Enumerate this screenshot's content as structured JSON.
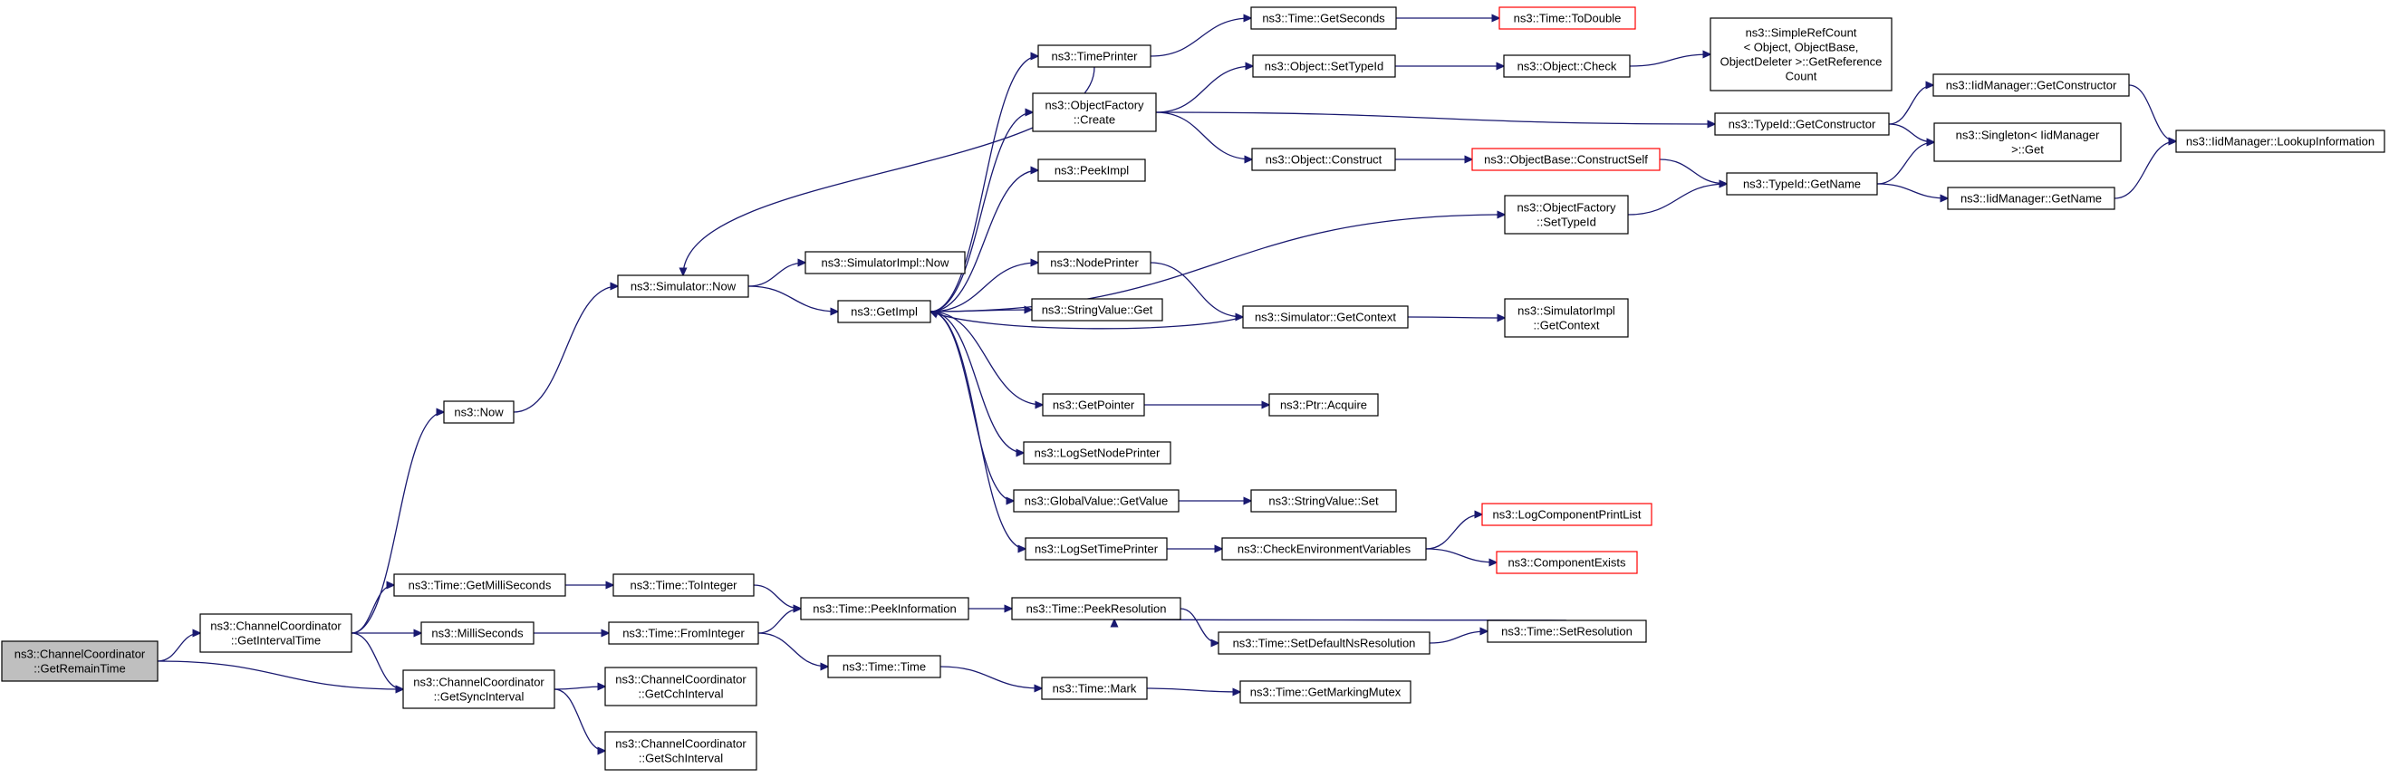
{
  "colors": {
    "edge": "#191970",
    "root_fill": "#bfbfbf",
    "truncated_border": "#ff0000",
    "node_border": "#000000"
  },
  "nodes": {
    "root": [
      "ns3::ChannelCoordinator",
      "::GetRemainTime"
    ],
    "getIntervalTime": [
      "ns3::ChannelCoordinator",
      "::GetIntervalTime"
    ],
    "getSyncInterval": [
      "ns3::ChannelCoordinator",
      "::GetSyncInterval"
    ],
    "getCchInterval": [
      "ns3::ChannelCoordinator",
      "::GetCchInterval"
    ],
    "getSchInterval": [
      "ns3::ChannelCoordinator",
      "::GetSchInterval"
    ],
    "now": [
      "ns3::Now"
    ],
    "getMilliSeconds": [
      "ns3::Time::GetMilliSeconds"
    ],
    "milliSeconds": [
      "ns3::MilliSeconds"
    ],
    "simulatorNow": [
      "ns3::Simulator::Now"
    ],
    "toInteger": [
      "ns3::Time::ToInteger"
    ],
    "fromInteger": [
      "ns3::Time::FromInteger"
    ],
    "simulatorImplNow": [
      "ns3::SimulatorImpl::Now"
    ],
    "getImpl": [
      "ns3::GetImpl"
    ],
    "peekInformation": [
      "ns3::Time::PeekInformation"
    ],
    "timeTime": [
      "ns3::Time::Time"
    ],
    "timePrinter": [
      "ns3::TimePrinter"
    ],
    "objectFactoryCreate": [
      "ns3::ObjectFactory",
      "::Create"
    ],
    "peekImpl": [
      "ns3::PeekImpl"
    ],
    "nodePrinter": [
      "ns3::NodePrinter"
    ],
    "stringValueGet": [
      "ns3::StringValue::Get"
    ],
    "getPointer": [
      "ns3::GetPointer"
    ],
    "logSetNodePrinter": [
      "ns3::LogSetNodePrinter"
    ],
    "globalValueGetValue": [
      "ns3::GlobalValue::GetValue"
    ],
    "logSetTimePrinter": [
      "ns3::LogSetTimePrinter"
    ],
    "peekResolution": [
      "ns3::Time::PeekResolution"
    ],
    "timeMark": [
      "ns3::Time::Mark"
    ],
    "getSeconds": [
      "ns3::Time::GetSeconds"
    ],
    "objectSetTypeId": [
      "ns3::Object::SetTypeId"
    ],
    "objectConstruct": [
      "ns3::Object::Construct"
    ],
    "simulatorGetContext": [
      "ns3::Simulator::GetContext"
    ],
    "ptrAcquire": [
      "ns3::Ptr::Acquire"
    ],
    "stringValueSet": [
      "ns3::StringValue::Set"
    ],
    "checkEnvVars": [
      "ns3::CheckEnvironmentVariables"
    ],
    "setDefaultNsResolution": [
      "ns3::Time::SetDefaultNsResolution"
    ],
    "getMarkingMutex": [
      "ns3::Time::GetMarkingMutex"
    ],
    "toDouble": [
      "ns3::Time::ToDouble"
    ],
    "objectCheck": [
      "ns3::Object::Check"
    ],
    "constructSelf": [
      "ns3::ObjectBase::ConstructSelf"
    ],
    "objectFactorySetTypeId": [
      "ns3::ObjectFactory",
      "::SetTypeId"
    ],
    "simulatorImplGetContext": [
      "ns3::SimulatorImpl",
      "::GetContext"
    ],
    "logComponentPrintList": [
      "ns3::LogComponentPrintList"
    ],
    "componentExists": [
      "ns3::ComponentExists"
    ],
    "setResolution": [
      "ns3::Time::SetResolution"
    ],
    "simpleRefCount": [
      "ns3::SimpleRefCount",
      "< Object, ObjectBase,",
      "ObjectDeleter >::GetReference",
      "Count"
    ],
    "typeIdGetConstructor": [
      "ns3::TypeId::GetConstructor"
    ],
    "typeIdGetName": [
      "ns3::TypeId::GetName"
    ],
    "iidGetConstructor": [
      "ns3::IidManager::GetConstructor"
    ],
    "singletonGet": [
      "ns3::Singleton< IidManager",
      ">::Get"
    ],
    "iidGetName": [
      "ns3::IidManager::GetName"
    ],
    "lookupInformation": [
      "ns3::IidManager::LookupInformation"
    ]
  }
}
